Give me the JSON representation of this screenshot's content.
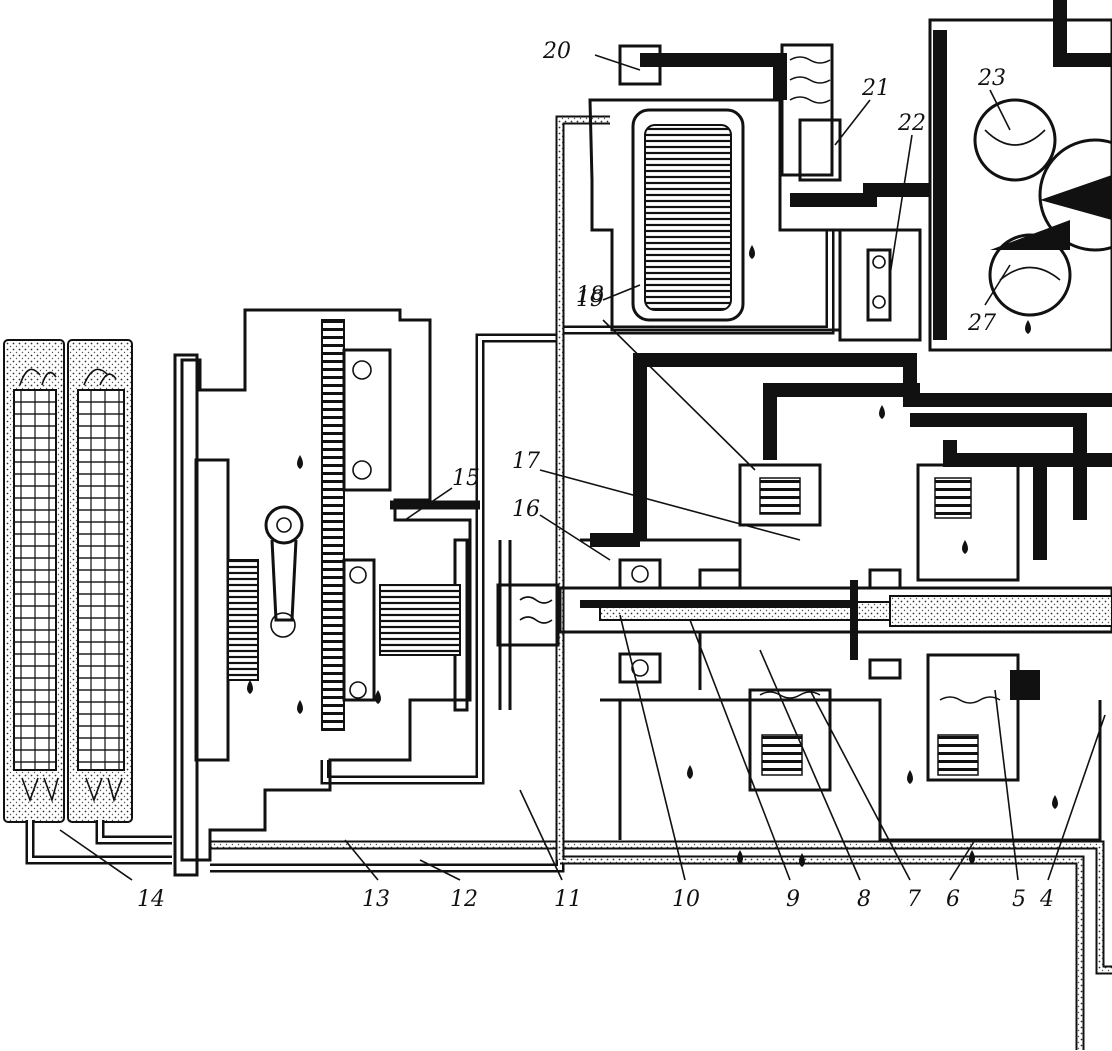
{
  "colors": {
    "ink": "#111111",
    "paper": "#ffffff",
    "oil": "#9a9a9a"
  },
  "callouts": [
    {
      "id": "c1",
      "text": "20"
    },
    {
      "id": "c2",
      "text": "21"
    },
    {
      "id": "c3",
      "text": "22"
    },
    {
      "id": "c4",
      "text": "23"
    },
    {
      "id": "c5",
      "text": "27"
    },
    {
      "id": "c6",
      "text": "19"
    },
    {
      "id": "c7",
      "text": "18"
    },
    {
      "id": "c8",
      "text": "17"
    },
    {
      "id": "c9",
      "text": "16"
    },
    {
      "id": "c10",
      "text": "15"
    },
    {
      "id": "c11",
      "text": "14"
    },
    {
      "id": "c12",
      "text": "13"
    },
    {
      "id": "c13",
      "text": "12"
    },
    {
      "id": "c14",
      "text": "11"
    },
    {
      "id": "c15",
      "text": "10"
    },
    {
      "id": "c16",
      "text": "9"
    },
    {
      "id": "c17",
      "text": "8"
    },
    {
      "id": "c18",
      "text": "7"
    },
    {
      "id": "c19",
      "text": "6"
    },
    {
      "id": "c20",
      "text": "5"
    },
    {
      "id": "c21",
      "text": "4"
    }
  ]
}
